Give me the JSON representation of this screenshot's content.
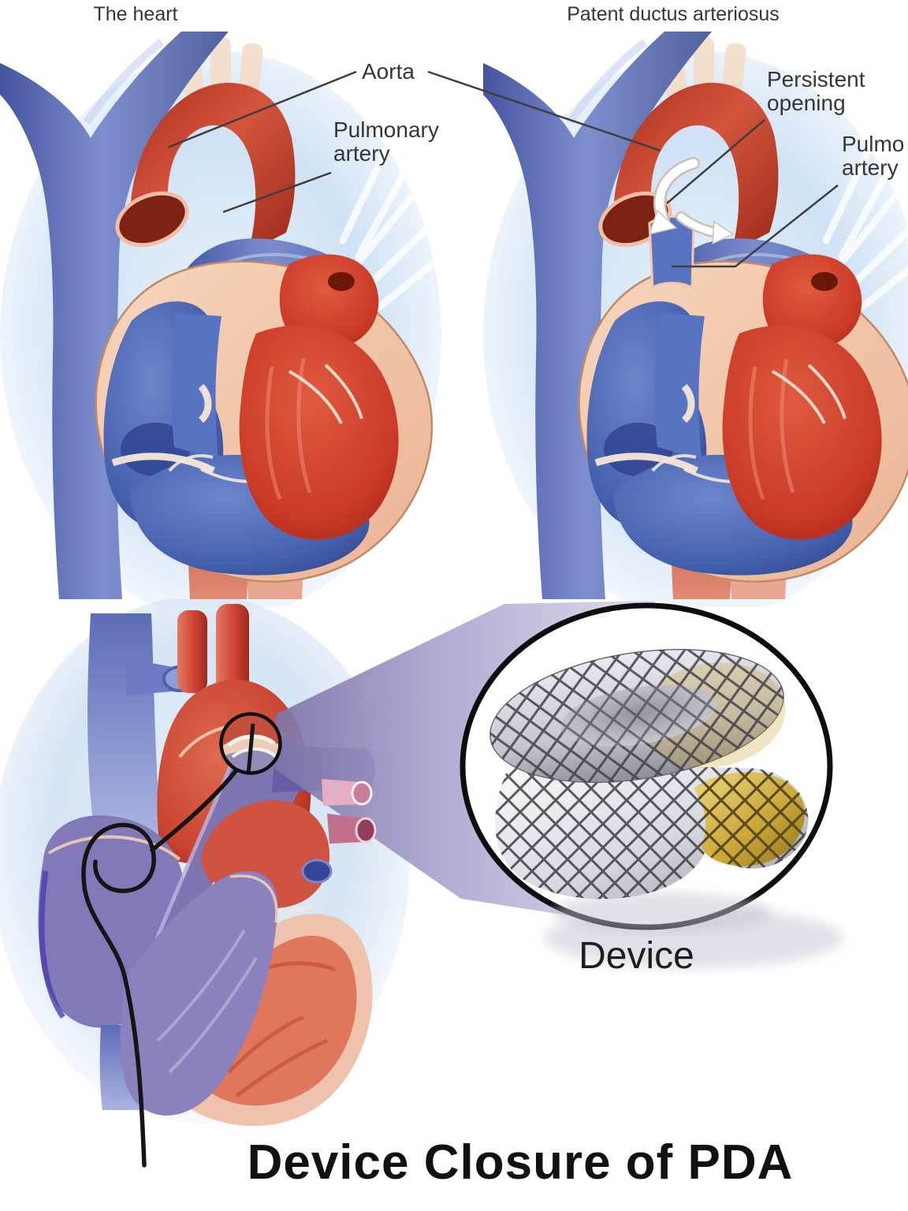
{
  "titles": {
    "left_panel": "The heart",
    "right_panel": "Patent ductus arteriosus",
    "bottom_panel": "Device Closure of PDA"
  },
  "labels": {
    "aorta": "Aorta",
    "pulmonary_line1": "Pulmonary",
    "pulmonary_line2": "artery",
    "persistent_line1": "Persistent",
    "persistent_line2": "opening",
    "pulmo_line1": "Pulmo",
    "pulmo_line2": "artery",
    "device": "Device"
  },
  "colors": {
    "text": "#363636",
    "leader_line": "#3f3f3f",
    "artery_red": "#c13a2e",
    "vein_blue": "#4a69b5",
    "heart_wall_peach": "#f2c5a9",
    "purple_chamber": "#8279b8",
    "beam_lavender": "#a89fd0",
    "device_gold": "#c9a227",
    "device_silver": "#d9d9de",
    "catheter_black": "#151515",
    "halo_blue": "#cfe2f5"
  }
}
